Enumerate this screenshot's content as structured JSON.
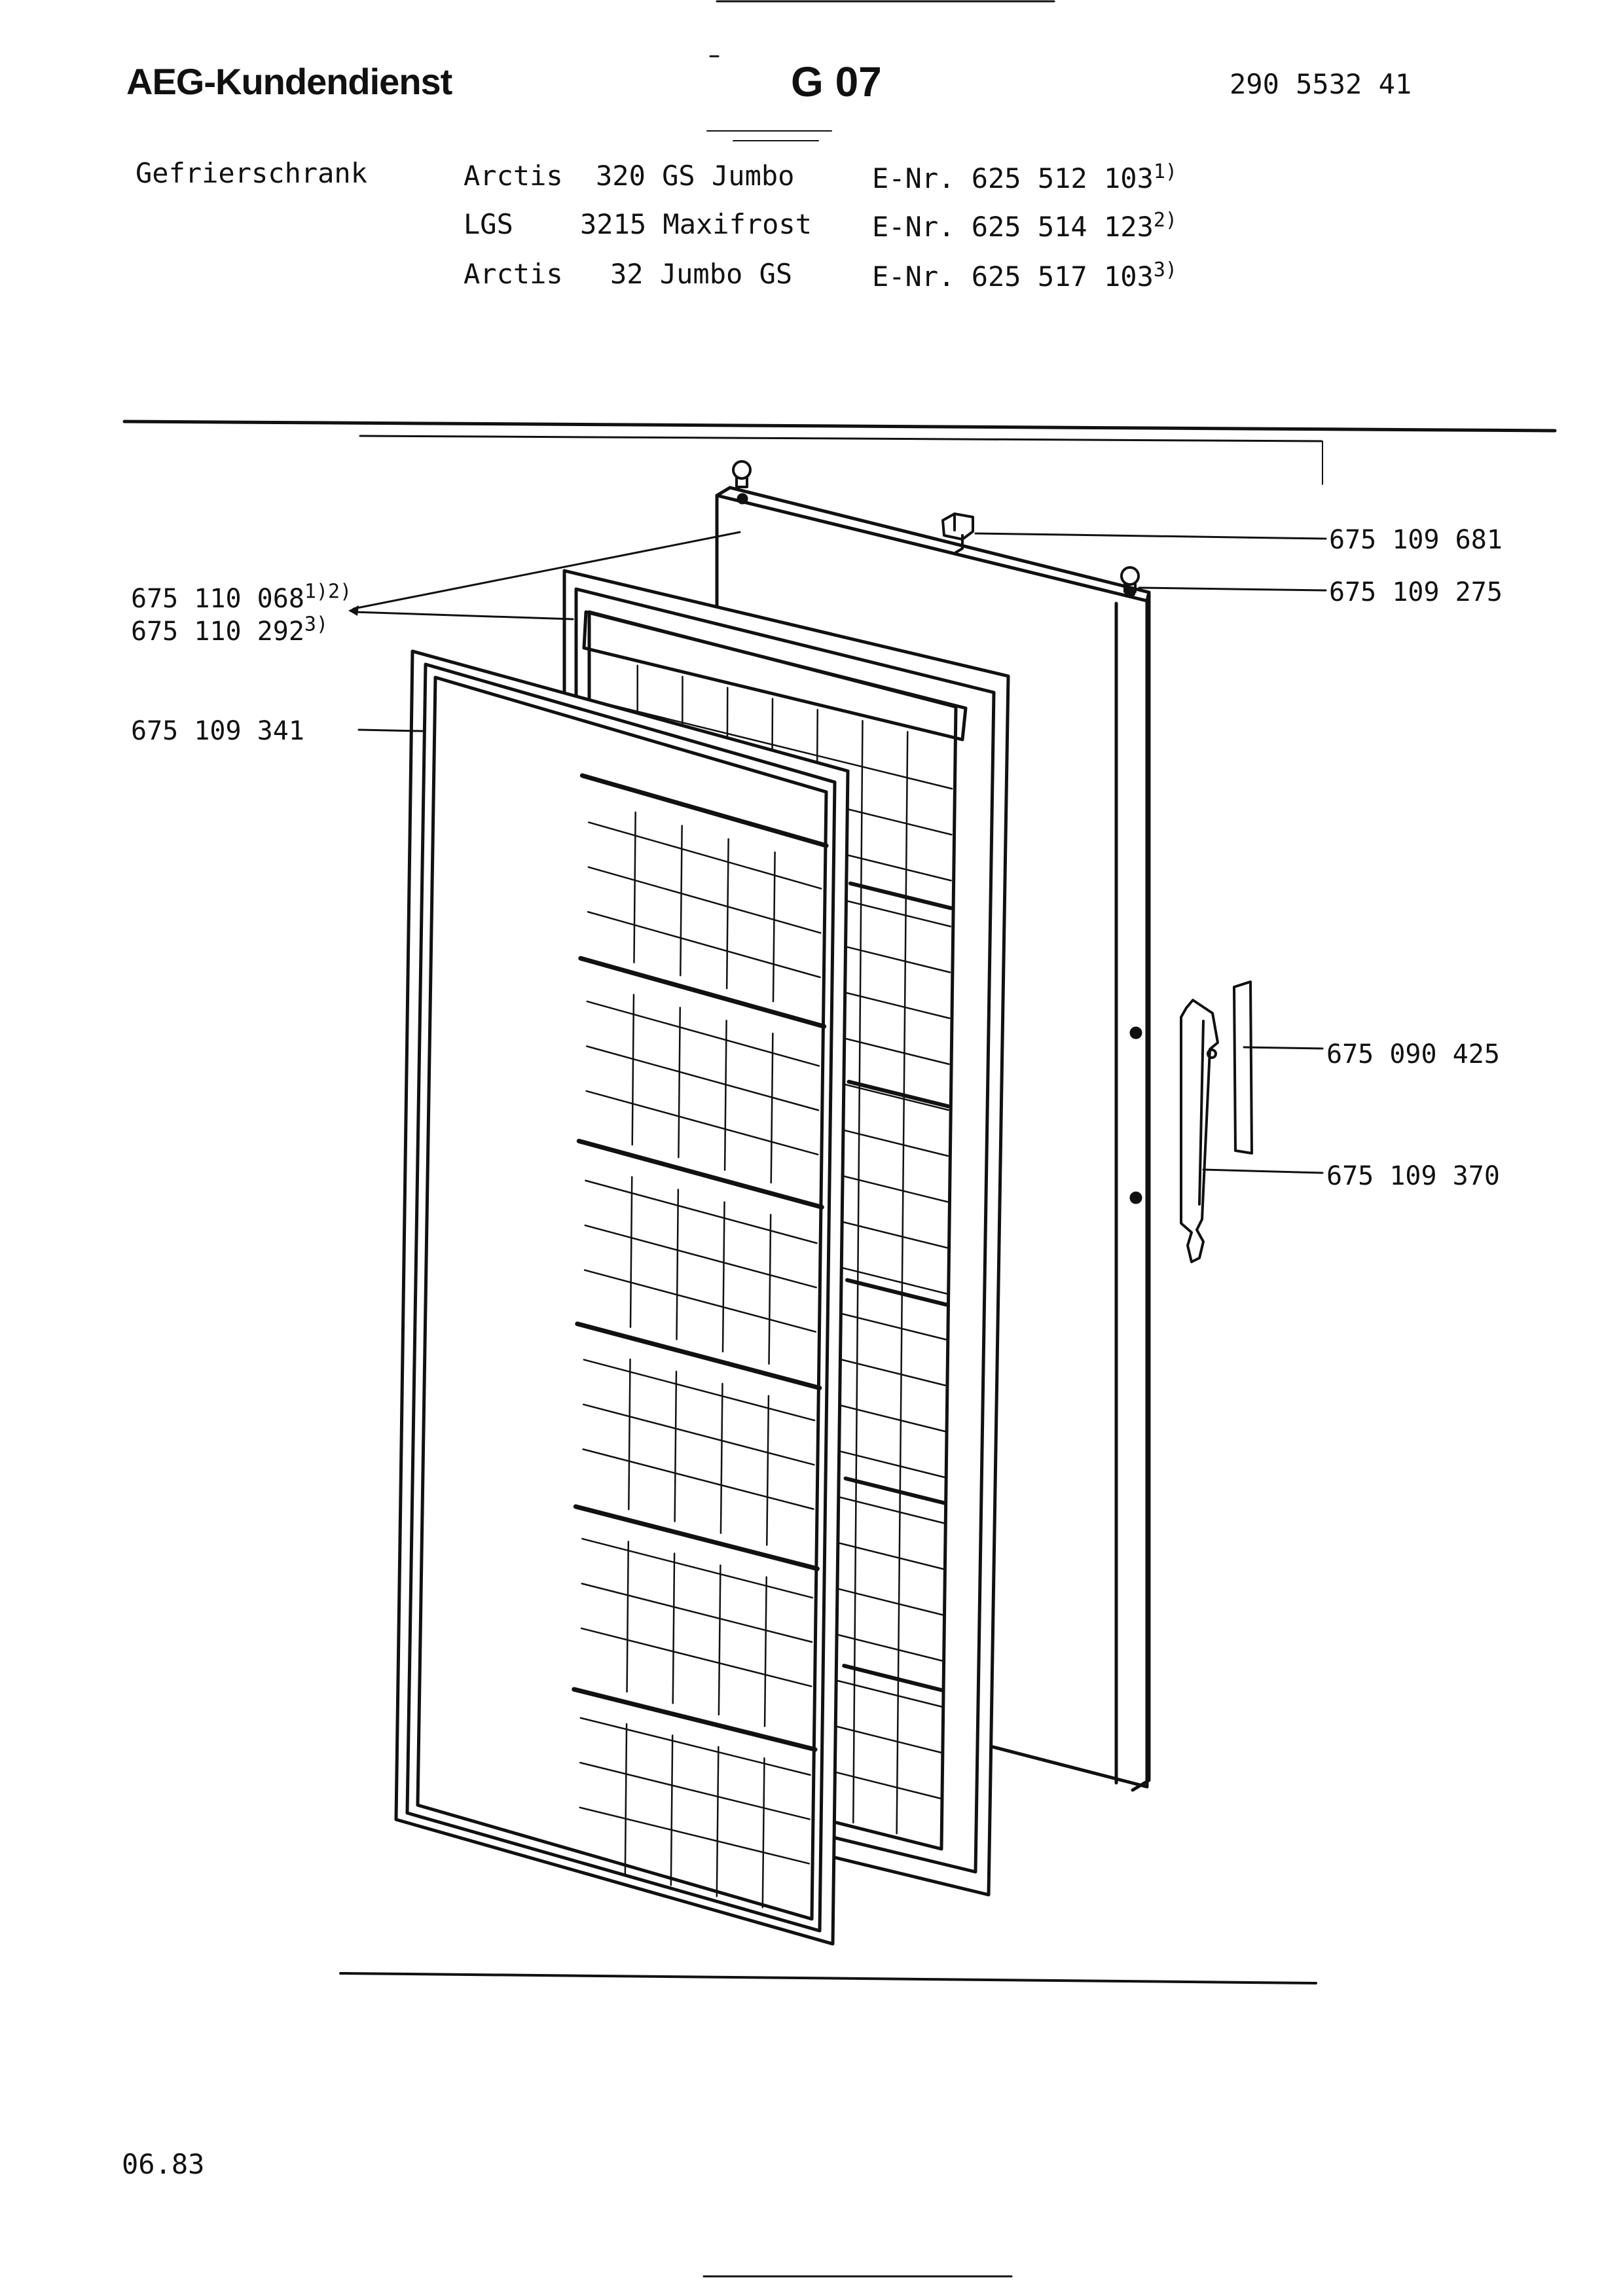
{
  "header": {
    "brand": "AEG-Kundendienst",
    "sheet_code": "G 07",
    "doc_number": "290 5532 41"
  },
  "appliance": {
    "type": "Gefrierschrank",
    "models": [
      {
        "line": "Arctis",
        "model": "320 GS Jumbo",
        "enr": "E-Nr. 625 512 103",
        "note": "1)"
      },
      {
        "line": "LGS",
        "model": "3215 Maxifrost",
        "enr": "E-Nr. 625 514 123",
        "note": "2)"
      },
      {
        "line": "Arctis",
        "model": "32 Jumbo GS",
        "enr": "E-Nr. 625 517 103",
        "note": "3)"
      }
    ]
  },
  "parts": {
    "hinge_bushing": "675 109 681",
    "cap_screw": "675 109 275",
    "inner_panel_1": "675 110 068",
    "inner_panel_1_note": "1)2)",
    "inner_panel_2": "675 110 292",
    "inner_panel_2_note": "3)",
    "door_gasket": "675 109 341",
    "handle_strip": "675 090 425",
    "handle": "675 109 370"
  },
  "footer": {
    "date": "06.83"
  }
}
